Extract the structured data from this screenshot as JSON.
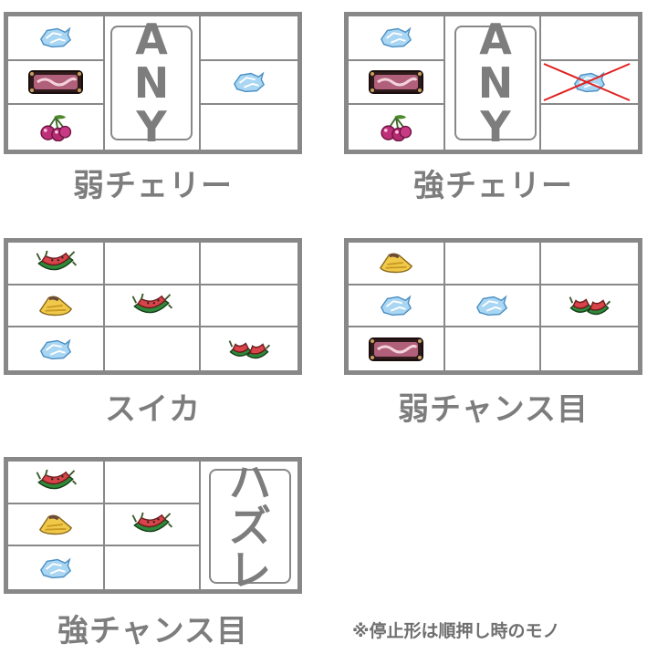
{
  "panels": {
    "weak_cherry": {
      "caption": "弱チェリー",
      "any_letters": [
        "A",
        "N",
        "Y"
      ]
    },
    "strong_cherry": {
      "caption": "強チェリー",
      "any_letters": [
        "A",
        "N",
        "Y"
      ]
    },
    "suika": {
      "caption": "スイカ"
    },
    "weak_chance": {
      "caption": "弱チャンス目"
    },
    "strong_chance": {
      "caption": "強チャンス目",
      "hazure_letters": [
        "ハ",
        "ズ",
        "レ"
      ]
    }
  },
  "note": "※停止形は順押し時のモノ",
  "icons": {
    "replay": "ice-crystal-icon",
    "bar": "logo-plate-icon",
    "cherry": "cherry-icon",
    "suika": "watermelon-icon",
    "bell": "bell-icon"
  },
  "colors": {
    "frame": "#888888",
    "text": "#7d7d7d",
    "cross": "#e02020"
  }
}
